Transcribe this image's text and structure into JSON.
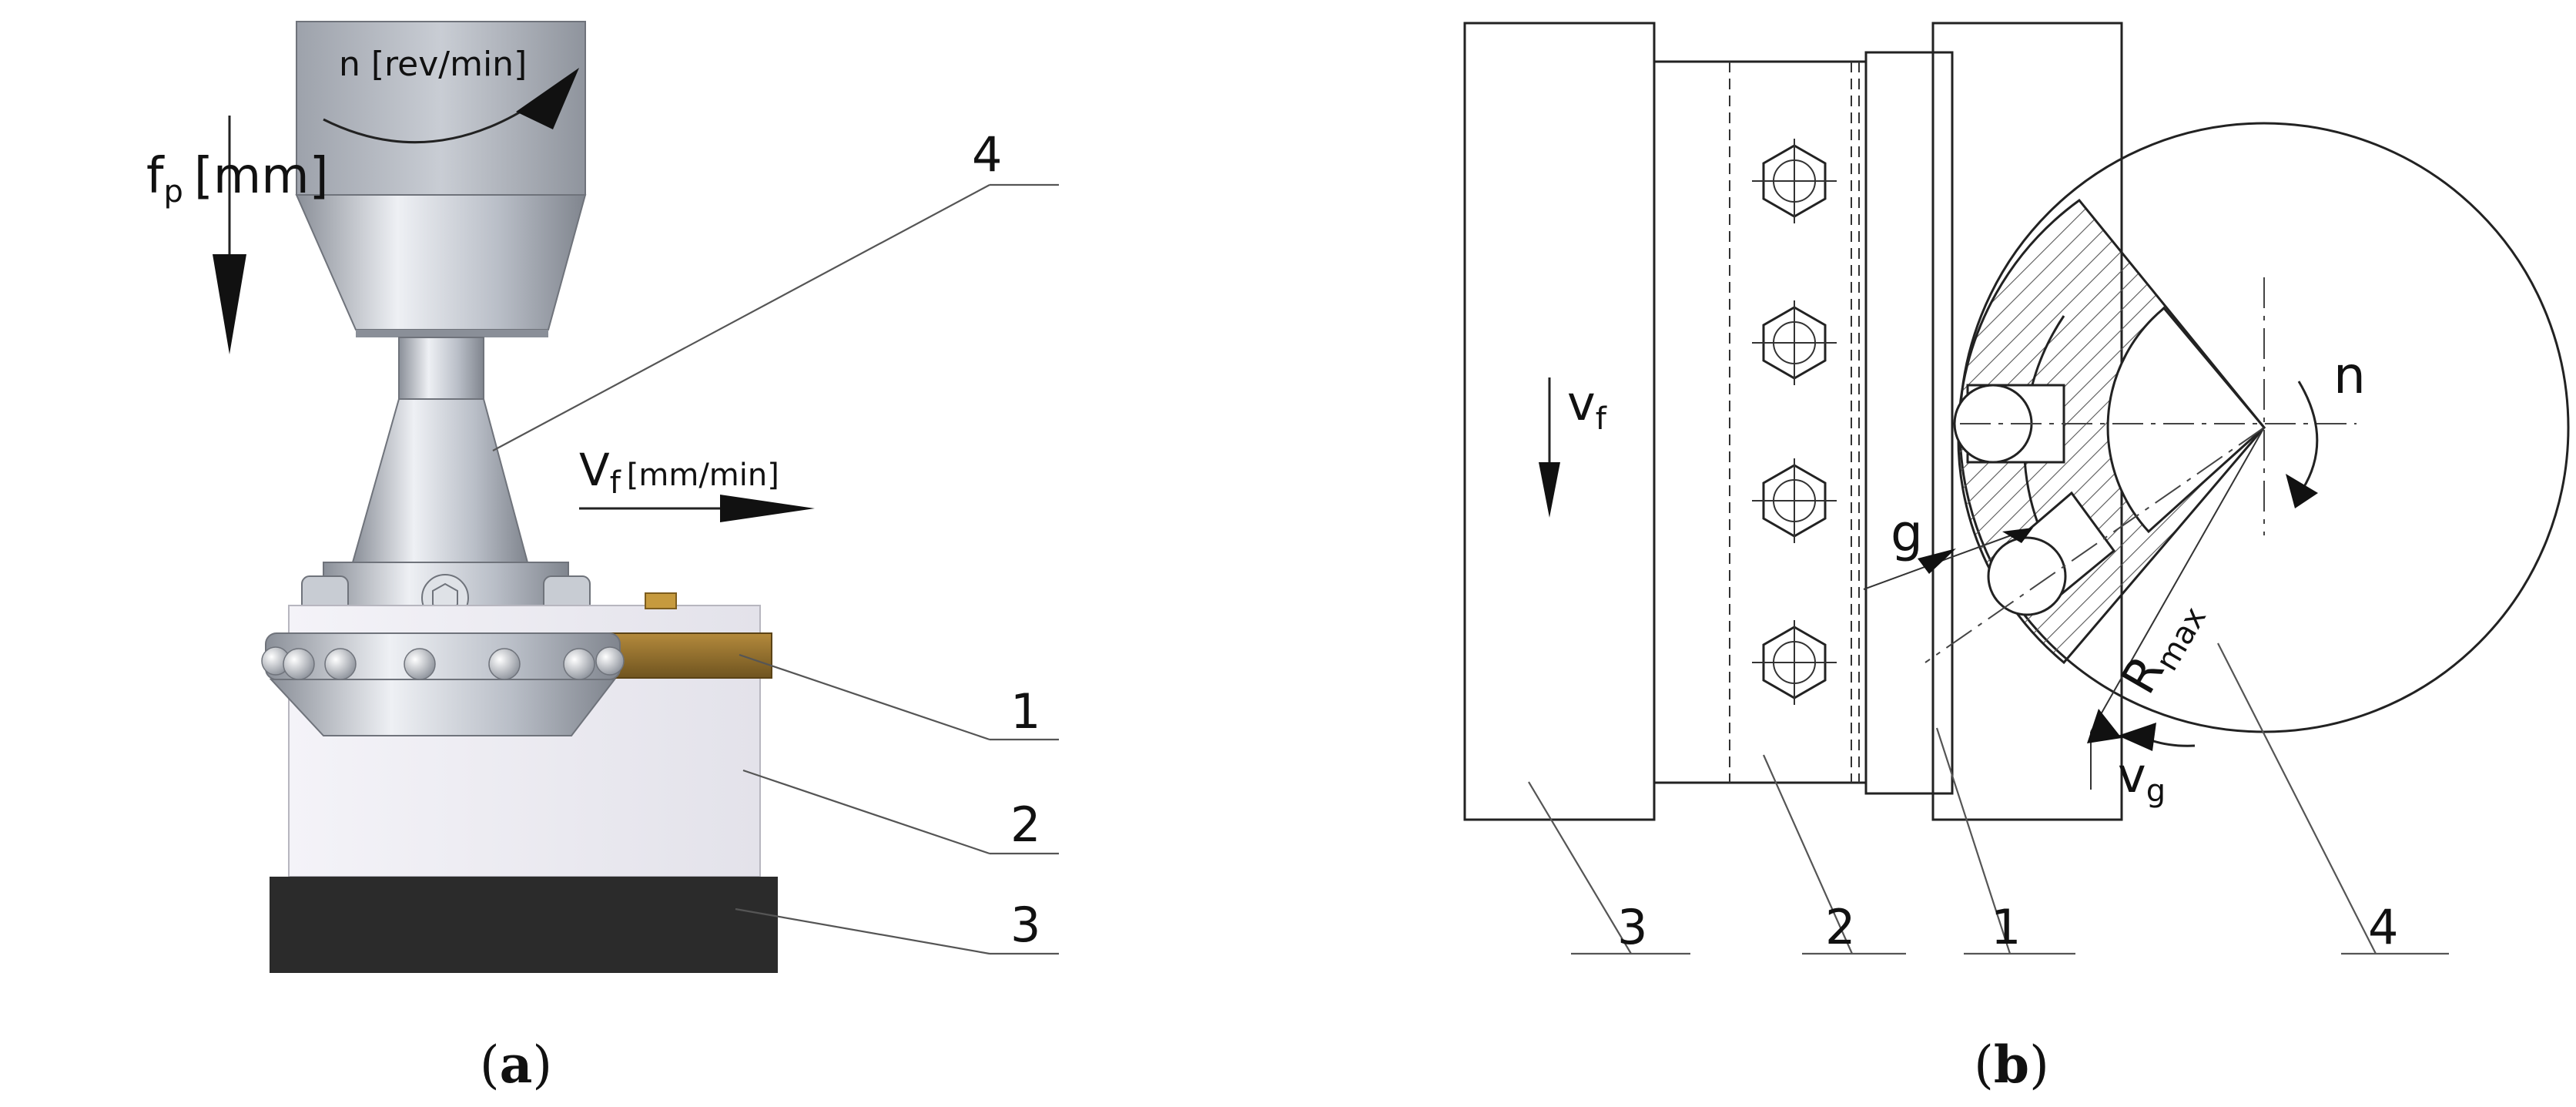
{
  "panel_a": {
    "caption": "(a)",
    "caption_letter": "a",
    "rotation_label": "n [rev/min]",
    "plunge_label": "f",
    "plunge_sub": "p",
    "plunge_unit": "[mm]",
    "feed_label": "V",
    "feed_sub": "f",
    "feed_unit": "[mm/min]",
    "part_labels": [
      "1",
      "2",
      "3",
      "4"
    ]
  },
  "panel_b": {
    "caption": "(b)",
    "caption_letter": "b",
    "feed_label": "v",
    "feed_sub": "f",
    "rotation_label": "n",
    "gap_label": "g",
    "radius_label": "R",
    "radius_sub": "max",
    "speed_label": "v",
    "speed_sub": "g",
    "part_labels": [
      "3",
      "2",
      "1",
      "4"
    ]
  },
  "colors": {
    "tool_light": "#e8eaf0",
    "tool_mid": "#b4b9c2",
    "tool_dark": "#7d828c",
    "workpiece_brass": "#8a6a2c",
    "plate_light": "#ecebf1",
    "base_dark": "#2b2b2b"
  }
}
